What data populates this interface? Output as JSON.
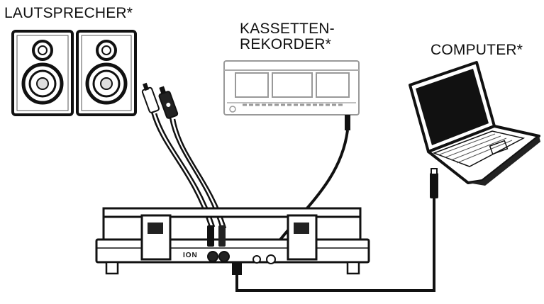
{
  "labels": {
    "speakers": "LAUTSPRECHER*",
    "tape_line1": "KASSETTEN-",
    "tape_line2": "REKORDER*",
    "computer": "COMPUTER*"
  },
  "device": {
    "brand": "ION"
  }
}
